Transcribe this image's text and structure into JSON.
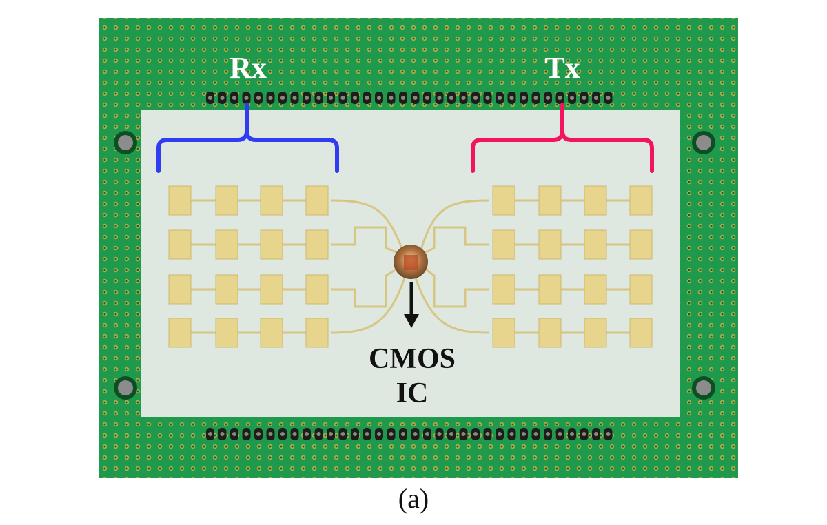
{
  "labels": {
    "rx": "Rx",
    "tx": "Tx",
    "cmos_line1": "CMOS",
    "cmos_line2": "IC"
  },
  "caption": "(a)",
  "colors": {
    "board": "#1f9a4c",
    "board_edge": "#0f6b30",
    "substrate": "#dfe7e1",
    "pad": "#e7d58e",
    "trace": "#d7c582",
    "rx_bracket": "#2f3cf2",
    "tx_bracket": "#f2145e",
    "label_white": "#ffffff",
    "label_black": "#111111"
  },
  "antenna_array": {
    "rows": 4,
    "pads_per_side": 4
  }
}
